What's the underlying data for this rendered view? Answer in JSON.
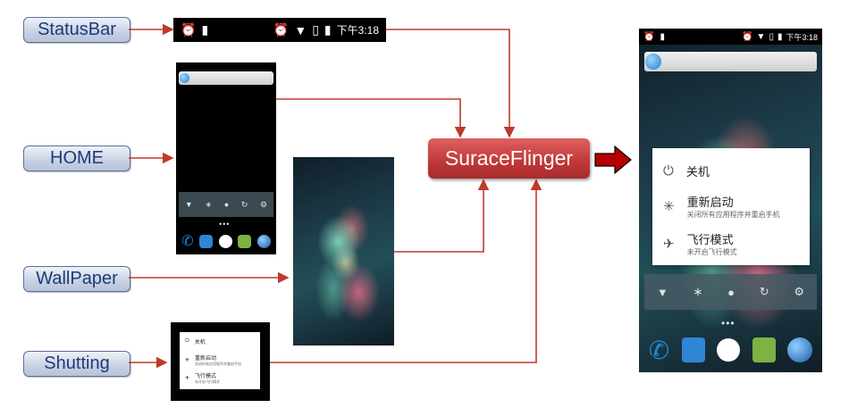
{
  "labels": {
    "statusbar": "StatusBar",
    "home": "HOME",
    "wallpaper": "WallPaper",
    "shutting": "Shutting"
  },
  "center_label": "SuraceFlinger",
  "statusbar_time": "下午3:18",
  "power_dialog": {
    "items": [
      {
        "icon": "power-icon",
        "title": "关机",
        "subtitle": ""
      },
      {
        "icon": "restart-icon",
        "title": "重新启动",
        "subtitle": "关闭所有应用程序并重启手机"
      },
      {
        "icon": "airplane-icon",
        "title": "飞行模式",
        "subtitle": "未开启飞行模式"
      }
    ]
  },
  "colors": {
    "arrow": "#c0392b",
    "label_text": "#1d3a78",
    "surfaceflinger": "#c23a3a"
  }
}
